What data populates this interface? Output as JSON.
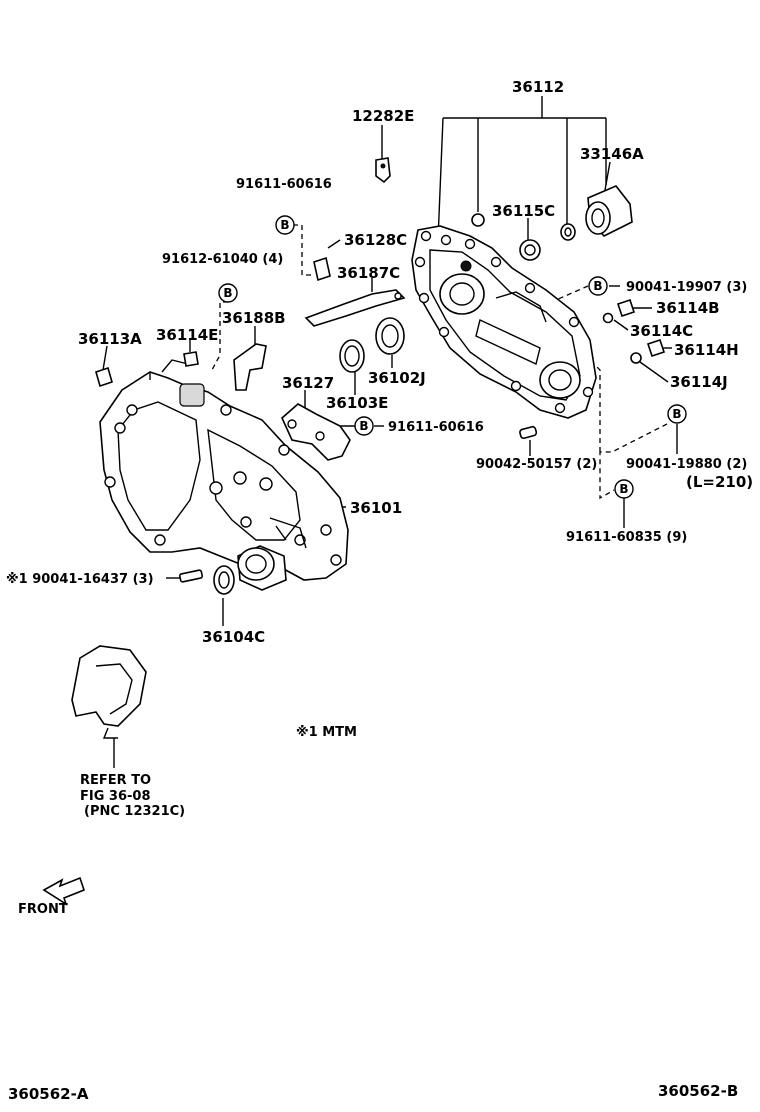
{
  "labels": {
    "p36112": "36112",
    "p12282E": "12282E",
    "p33146A": "33146A",
    "p91611_60616_top": "91611-60616",
    "p36115C": "36115C",
    "p36128C": "36128C",
    "p91612_61040": "91612-61040 (4)",
    "p36187C": "36187C",
    "p90041_19907": "90041-19907 (3)",
    "p36114B": "36114B",
    "p36188B": "36188B",
    "p36113A": "36113A",
    "p36114E": "36114E",
    "p36114C": "36114C",
    "p36114H": "36114H",
    "p36102J": "36102J",
    "p36127": "36127",
    "p36114J": "36114J",
    "p36103E": "36103E",
    "p91611_60616_mid": "91611-60616",
    "p90042_50157": "90042-50157 (2)",
    "p90041_19880": "90041-19880 (2)",
    "p_l210": "(L=210)",
    "p36101": "36101",
    "p91611_60835": "91611-60835 (9)",
    "p90041_16437": "※1 90041-16437 (3)",
    "p36104C": "36104C",
    "note_mtm": "※1 MTM",
    "refer_line1": "REFER TO",
    "refer_line2": "FIG 36-08",
    "refer_line3": "(PNC 12321C)",
    "front": "FRONT",
    "code_left": "360562-A",
    "code_right": "360562-B"
  },
  "callout_letter": "B"
}
